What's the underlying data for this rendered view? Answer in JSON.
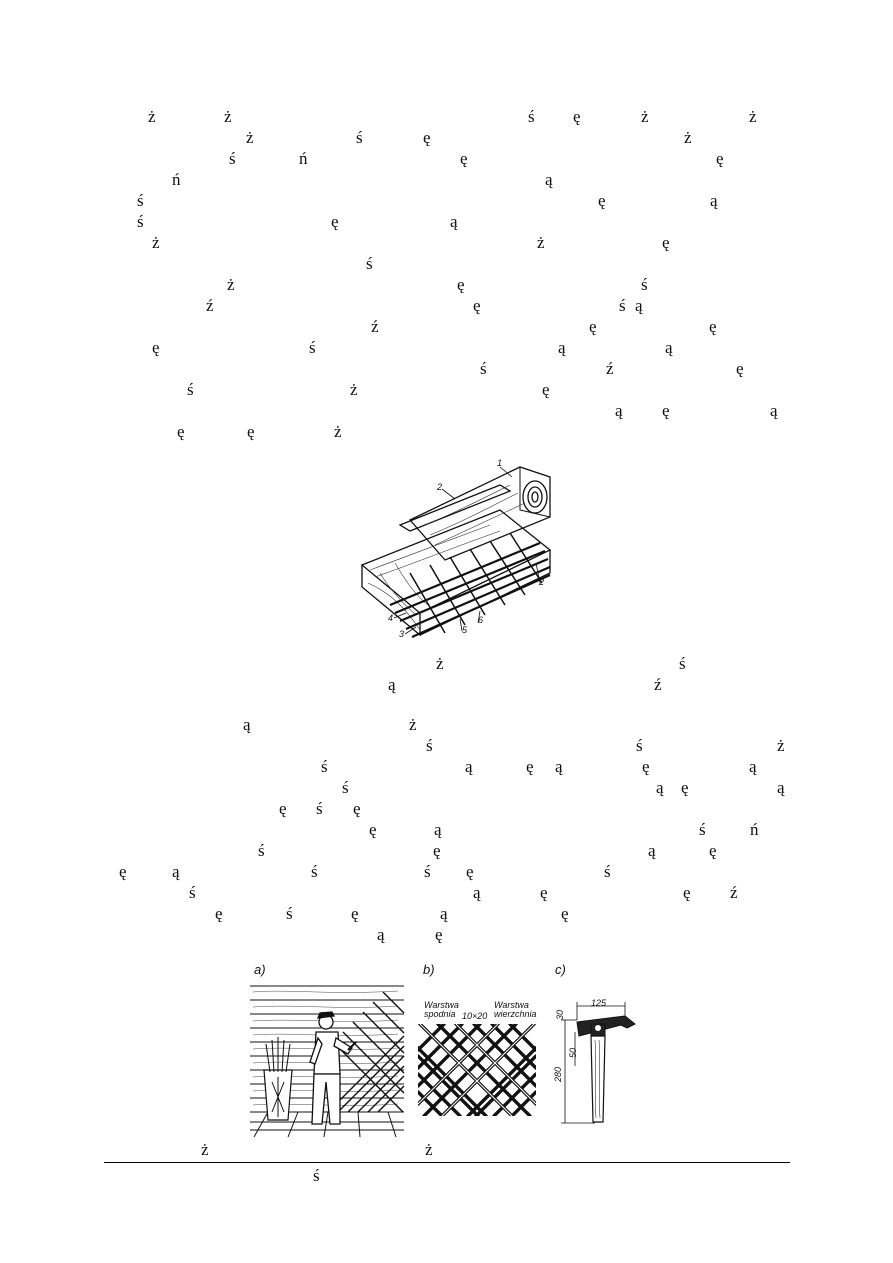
{
  "body_text": {
    "p1": [
      "ż",
      "ż",
      "ś",
      "ę",
      "ż",
      "ż",
      "ż",
      "ś",
      "ę",
      "ż",
      "ś",
      "ń",
      "ę",
      "ę",
      "ń",
      "ą",
      "ś",
      "ę",
      "ą",
      "ś",
      "ę",
      "ą",
      "ż",
      "ż",
      "ę",
      "ś",
      "ż",
      "ę",
      "ś",
      "ź",
      "ę",
      "ś",
      "ą",
      "ź",
      "ę",
      "ę",
      "ę",
      "ś",
      "ą",
      "ą",
      "ś",
      "ź",
      "ę",
      "ś",
      "ż",
      "ę",
      "ą",
      "ę",
      "ą",
      "ę",
      "ę",
      "ż"
    ],
    "fig1_caption": [
      "ż",
      "ś",
      "ą",
      "ź"
    ],
    "p2": [
      "ą",
      "ż",
      "ś",
      "ś",
      "ż",
      "ś",
      "ą",
      "ę",
      "ą",
      "ę",
      "ą",
      "ś",
      "ą",
      "ę",
      "ą",
      "ę",
      "ś",
      "ę",
      "ę",
      "ą",
      "ś",
      "ń",
      "ś",
      "ę",
      "ą",
      "ę",
      "ę",
      "ą",
      "ś",
      "ś",
      "ę",
      "ś",
      "ś",
      "ą",
      "ę",
      "ę",
      "ź",
      "ę",
      "ś",
      "ę",
      "ą",
      "ę",
      "ą",
      "ę"
    ],
    "fig2_caption": [
      "ż",
      "ż"
    ],
    "footnote": [
      "ś"
    ]
  },
  "figure1": {
    "callouts": [
      "1",
      "2",
      "2",
      "4",
      "3",
      "5",
      "6"
    ]
  },
  "figure2": {
    "panel_labels": [
      "a)",
      "b)",
      "c)"
    ],
    "b_labels": [
      "Warstwa\nspodnia",
      "10×20",
      "Warstwa\nwierzchnia"
    ],
    "c_dims": [
      "125",
      "30",
      "50",
      "280"
    ]
  }
}
